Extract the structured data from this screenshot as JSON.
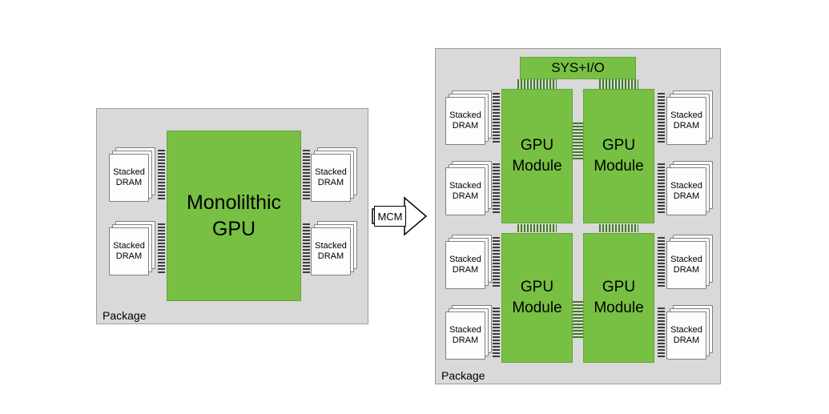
{
  "left_package": {
    "package_label": "Package",
    "gpu_label": "Monolilthic\nGPU",
    "dram_label": "Stacked\nDRAM"
  },
  "transition_arrow": {
    "label": "MCM"
  },
  "right_package": {
    "package_label": "Package",
    "sys_io_label": "SYS+I/O",
    "gpu_module_label": "GPU\nModule",
    "dram_label": "Stacked\nDRAM"
  },
  "colors": {
    "module_green": "#77c043",
    "package_gray": "#d9d9d9",
    "link_dark": "#3c3c3c",
    "link_green": "#3f7d20"
  }
}
